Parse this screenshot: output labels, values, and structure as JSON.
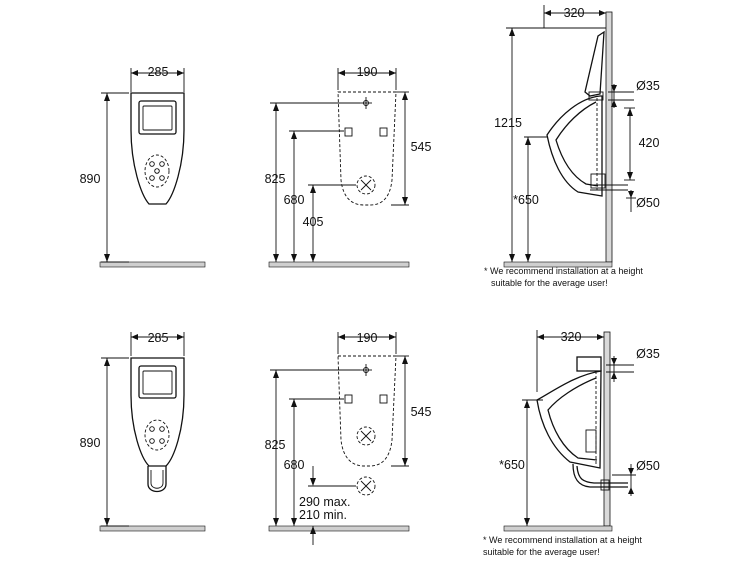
{
  "drawings": {
    "top": {
      "front": {
        "width": "285",
        "height": "890"
      },
      "rear": {
        "width": "190",
        "body": "545",
        "total": "825",
        "mid": "680",
        "low": "405"
      },
      "side": {
        "depth": "320",
        "height": "1215",
        "inlet": "Ø35",
        "gap": "420",
        "install": "*650",
        "outlet": "Ø50"
      },
      "note": [
        "* We recommend installation at a height",
        "suitable  for the average user!"
      ]
    },
    "bottom": {
      "front": {
        "width": "285",
        "height": "890"
      },
      "rear": {
        "width": "190",
        "body": "545",
        "total": "825",
        "mid": "680",
        "max": "290 max.",
        "min": "210 min."
      },
      "side": {
        "depth": "320",
        "inlet": "Ø35",
        "install": "*650",
        "outlet": "Ø50"
      },
      "note": [
        "* We recommend installation at a height",
        "suitable  for the average user!"
      ]
    }
  }
}
